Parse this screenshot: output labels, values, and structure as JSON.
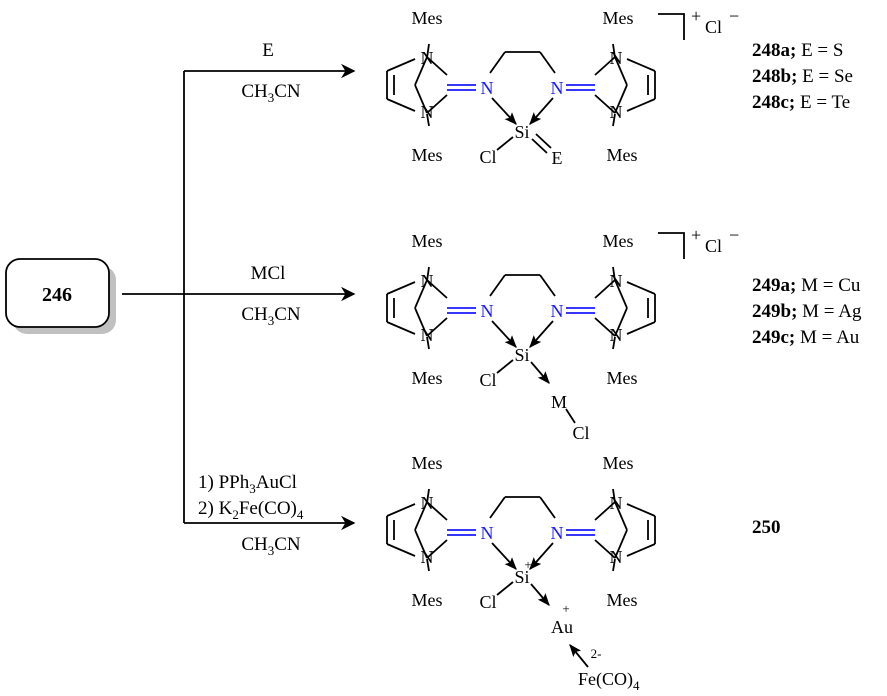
{
  "colors": {
    "ink": "#000000",
    "imine": "#1a1aff",
    "box_shadow": "#c0c0c0"
  },
  "start": {
    "label": "246"
  },
  "arrows": [
    {
      "reagents": [
        "E"
      ],
      "solvent": "CH3CN"
    },
    {
      "reagents": [
        "MCl"
      ],
      "solvent": "CH3CN"
    },
    {
      "reagents": [
        "1) PPh3AuCl",
        "2) K2Fe(CO)4"
      ],
      "solvent": "CH3CN"
    }
  ],
  "products": [
    {
      "id": "248",
      "counterion": "Cl",
      "charge": "+",
      "counter_charge": "−",
      "si_ligands": [
        "Cl",
        "E"
      ],
      "labels": [
        {
          "bold": "248a;",
          "text": " E = S"
        },
        {
          "bold": "248b;",
          "text": " E = Se"
        },
        {
          "bold": "248c;",
          "text": " E = Te"
        }
      ]
    },
    {
      "id": "249",
      "counterion": "Cl",
      "charge": "+",
      "counter_charge": "−",
      "si_ligands": [
        "Cl",
        "M",
        "Cl"
      ],
      "labels": [
        {
          "bold": "249a;",
          "text": " M = Cu"
        },
        {
          "bold": "249b;",
          "text": " M = Ag"
        },
        {
          "bold": "249c;",
          "text": " M = Au"
        }
      ]
    },
    {
      "id": "250",
      "si_ligands": [
        "Cl",
        "Au",
        "Fe(CO)4"
      ],
      "si_charge": "+",
      "au_charge": "+",
      "fe_charge": "2-",
      "labels": [
        {
          "bold": "250",
          "text": ""
        }
      ]
    }
  ],
  "atoms": {
    "mes": "Mes",
    "n": "N",
    "si": "Si"
  }
}
